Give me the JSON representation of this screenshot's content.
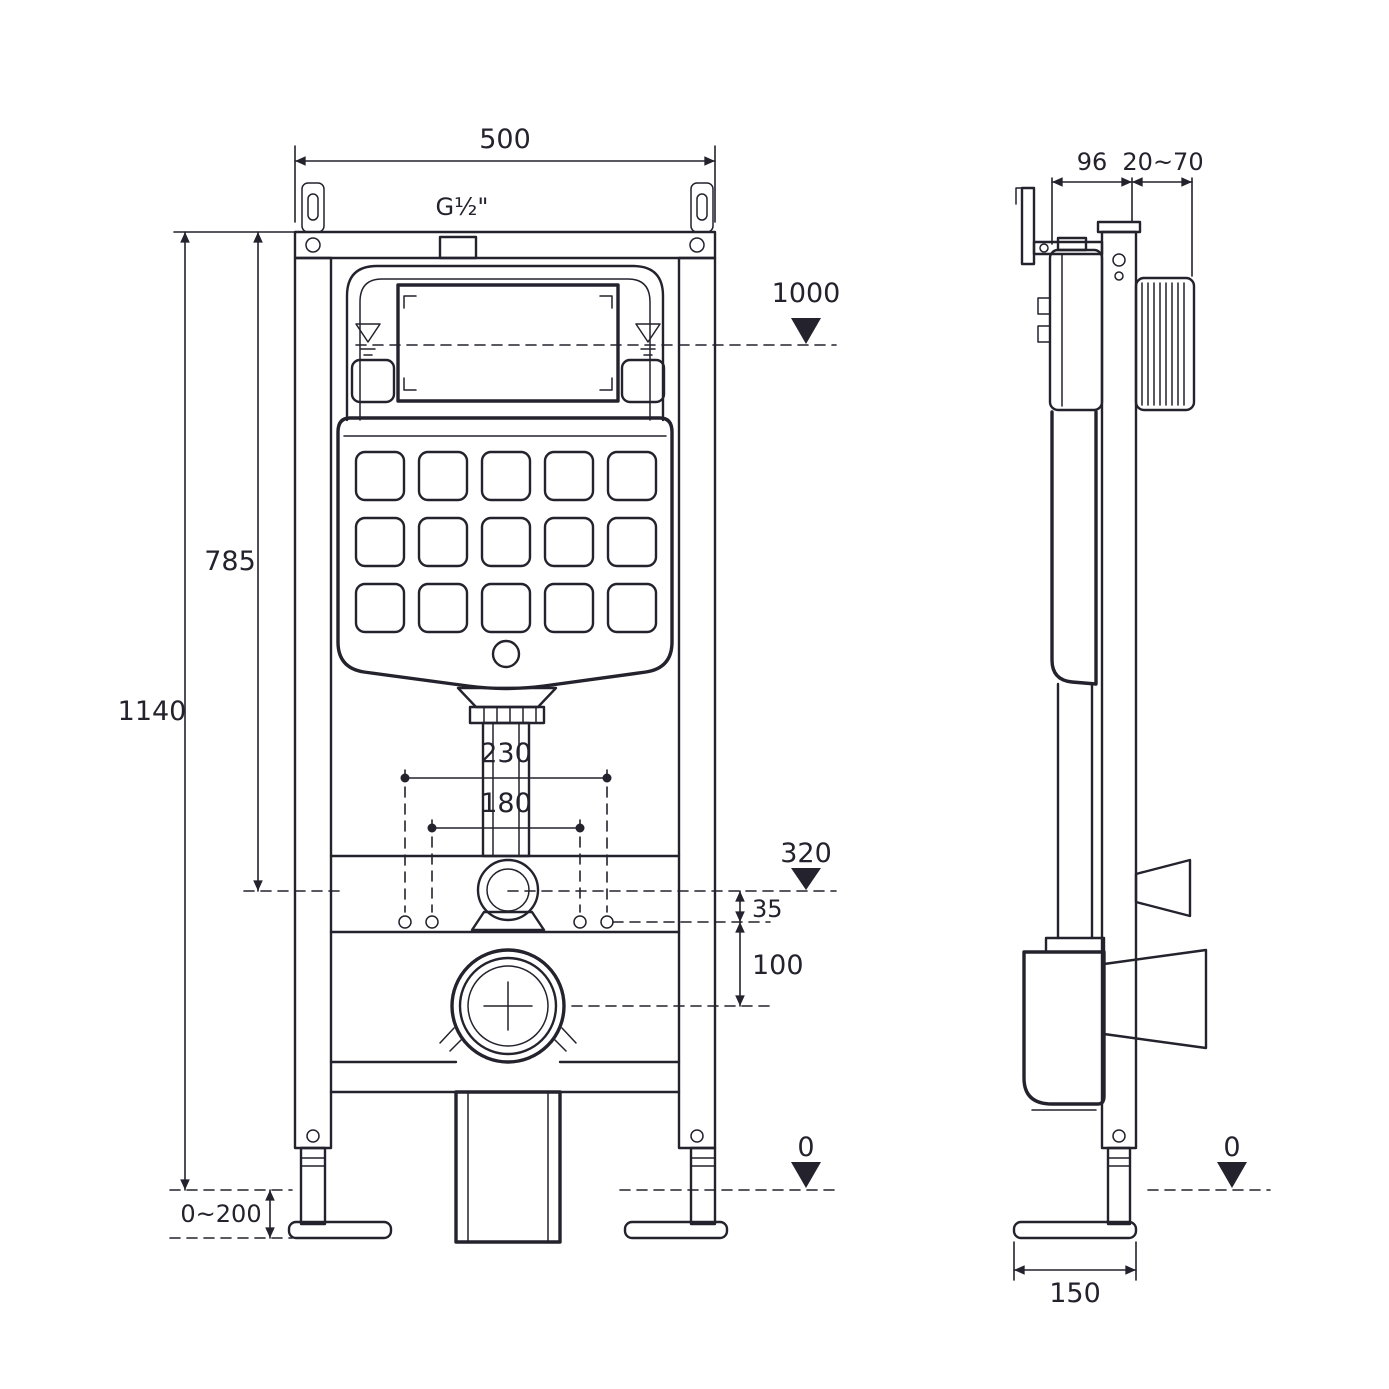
{
  "meta": {
    "ink_color": "#23222d",
    "background_color": "#ffffff",
    "drawing_subject": "concealed-cistern-wc-frame-dimensions"
  },
  "front_view": {
    "dim_width": "500",
    "thread": "G½\"",
    "datum_water": "1000",
    "dim_height_785": "785",
    "dim_height_1140": "1140",
    "dim_230": "230",
    "dim_180": "180",
    "datum_outlet": "320",
    "dim_35": "35",
    "dim_100": "100",
    "datum_floor": "0",
    "dim_foot_adjust": "0~200"
  },
  "side_view": {
    "dim_depth_96": "96",
    "dim_wall_gap": "20~70",
    "datum_floor": "0",
    "dim_depth_150": "150"
  }
}
